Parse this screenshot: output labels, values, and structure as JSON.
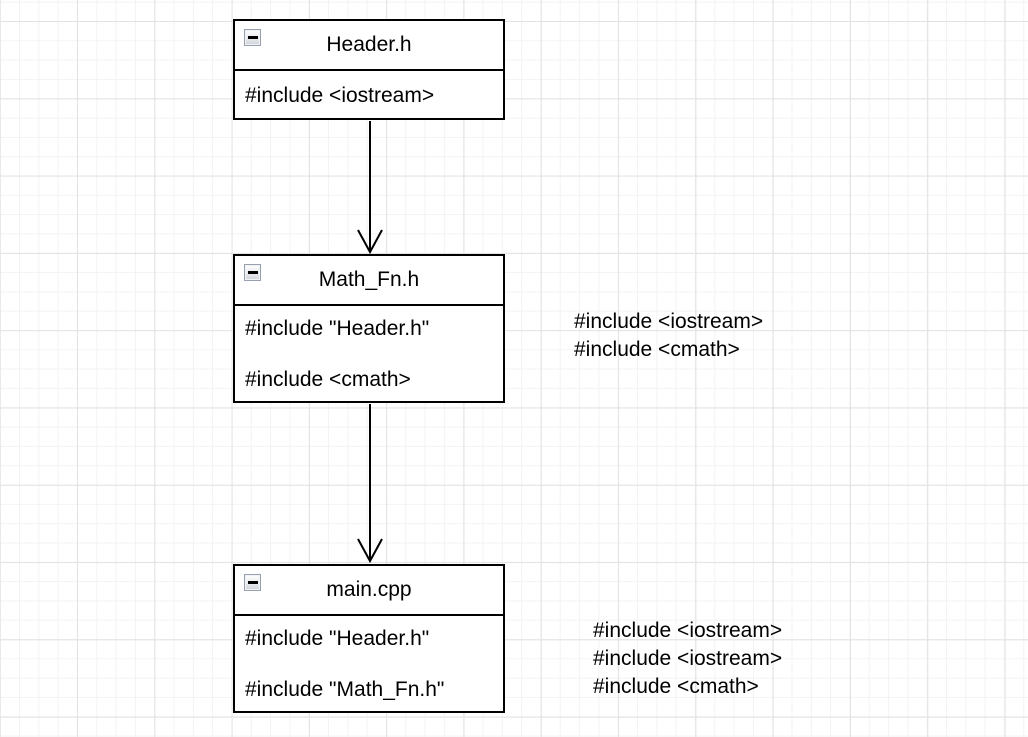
{
  "diagram": {
    "nodes": [
      {
        "id": "header-h",
        "title": "Header.h",
        "collapse_icon": "minus-icon",
        "lines": [
          "#include <iostream>"
        ]
      },
      {
        "id": "math-fn-h",
        "title": "Math_Fn.h",
        "collapse_icon": "minus-icon",
        "lines": [
          "#include \"Header.h\"",
          "#include <cmath>"
        ]
      },
      {
        "id": "main-cpp",
        "title": "main.cpp",
        "collapse_icon": "minus-icon",
        "lines": [
          "#include \"Header.h\"",
          "#include \"Math_Fn.h\""
        ]
      }
    ],
    "edges": [
      {
        "from": "Header.h",
        "to": "Math_Fn.h",
        "style": "open-arrow"
      },
      {
        "from": "Math_Fn.h",
        "to": "main.cpp",
        "style": "open-arrow"
      }
    ],
    "annotations": [
      {
        "lines": [
          "#include <iostream>",
          "#include <cmath>"
        ]
      },
      {
        "lines": [
          "#include <iostream>",
          "#include <iostream>",
          "#include <cmath>"
        ]
      }
    ],
    "colors": {
      "node_border": "#000000",
      "node_fill": "#ffffff",
      "text": "#000000",
      "grid_minor": "#f3f3f3",
      "grid_major": "#e2e2e2",
      "canvas": "#ffffff"
    }
  }
}
